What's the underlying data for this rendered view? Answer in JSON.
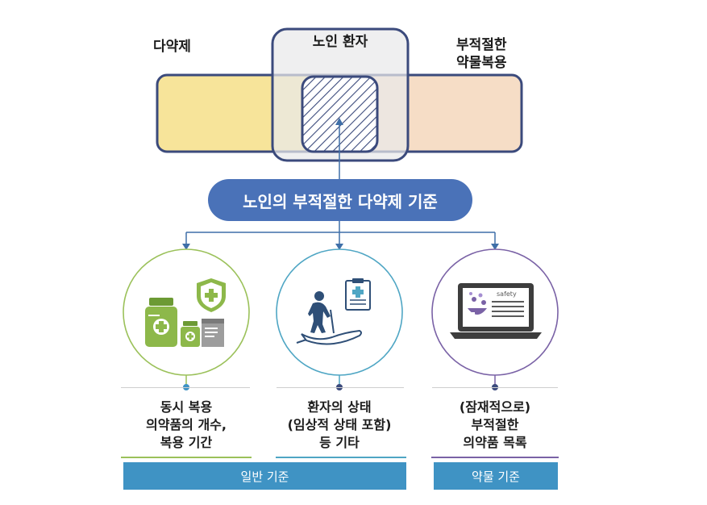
{
  "venn": {
    "left_label": "다약제",
    "center_label": "노인 환자",
    "right_label_line1": "부적절한",
    "right_label_line2": "약물복용"
  },
  "pill": {
    "label": "노인의 부적절한 다약제 기준"
  },
  "criteria": [
    {
      "line1": "동시 복용",
      "line2": "의약품의 개수,",
      "line3": "복용 기간",
      "icon": "medicine-bottles-shield-icon"
    },
    {
      "line1": "환자의 상태",
      "line2": "(임상적 상태 포함)",
      "line3": "등 기타",
      "icon": "elderly-patient-hand-icon"
    },
    {
      "line1": "(잠재적으로)",
      "line2": "부적절한",
      "line3": "의약품 목록",
      "icon": "laptop-safety-list-icon"
    }
  ],
  "laptop_screen_text": "safety",
  "bars": {
    "general": "일반 기준",
    "drug": "약물 기준"
  },
  "colors": {
    "yellow_box": "#f7e49a",
    "peach_box": "#f6ddc6",
    "frame": "#3b4a7c",
    "pill": "#4a72b8",
    "bar": "#3f93c4",
    "green": "#9bc15a",
    "teal": "#4fa6c4",
    "purple": "#7a62a6"
  }
}
